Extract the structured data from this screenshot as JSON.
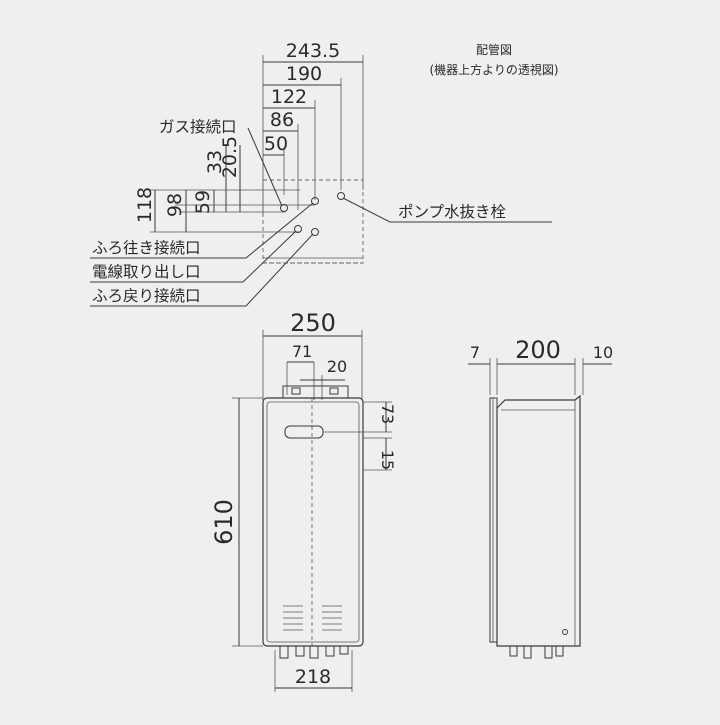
{
  "caption": {
    "line1": "配管図",
    "line2": "(機器上方よりの透視図)"
  },
  "top_view": {
    "dims": {
      "d243_5": "243.5",
      "d190": "190",
      "d122": "122",
      "d86": "86",
      "d50": "50",
      "d33": "33",
      "d20_5": "20.5",
      "d118": "118",
      "d98": "98",
      "d59": "59"
    },
    "labels": {
      "gas": "ガス接続口",
      "pump": "ポンプ水抜き栓",
      "furo_out": "ふろ往き接続口",
      "wire": "電線取り出し口",
      "furo_ret": "ふろ戻り接続口"
    }
  },
  "front_view": {
    "dims": {
      "width": "250",
      "d71": "71",
      "d20": "20",
      "height": "610",
      "d73": "73",
      "d15": "15",
      "bottom": "218"
    }
  },
  "side_view": {
    "dims": {
      "d7": "7",
      "depth": "200",
      "d10": "10"
    }
  }
}
